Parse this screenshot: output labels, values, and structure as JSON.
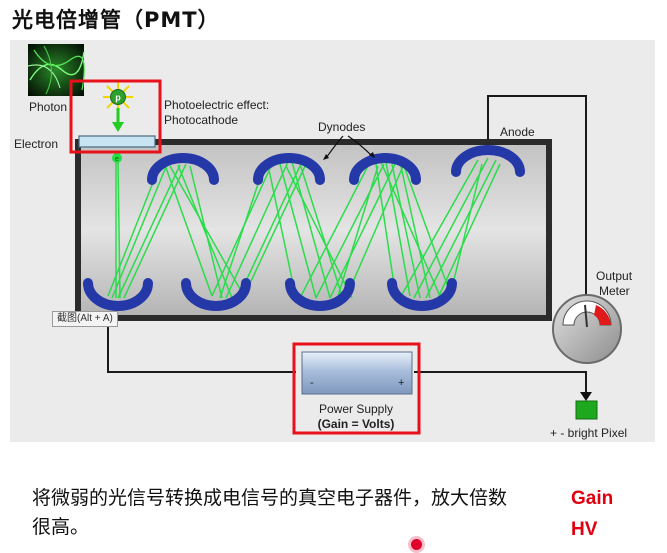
{
  "title": "光电倍增管（PMT）",
  "labels": {
    "photon": "Photon",
    "photon_symbol": "p",
    "electron_symbol": "e",
    "photoelectric": "Photoelectric effect:",
    "photocathode": "Photocathode",
    "electron": "Electron",
    "dynodes": "Dynodes",
    "anode": "Anode",
    "output_meter_1": "Output",
    "output_meter_2": "Meter",
    "power_minus": "-",
    "power_plus": "+",
    "power_supply": "Power Supply",
    "gain_volts": "(Gain = Volts)",
    "bright_pixel": "+ - bright Pixel",
    "tooltip": "截图(Alt + A)"
  },
  "caption": "将微弱的光信号转换成电信号的真空电子器件，放大倍数很高。",
  "side_labels": [
    "Gain",
    "HV"
  ],
  "colors": {
    "beam": "#22dd44",
    "dynode": "#2438a8",
    "highlight": "#e8101a",
    "tube": "#2b2b2b"
  }
}
